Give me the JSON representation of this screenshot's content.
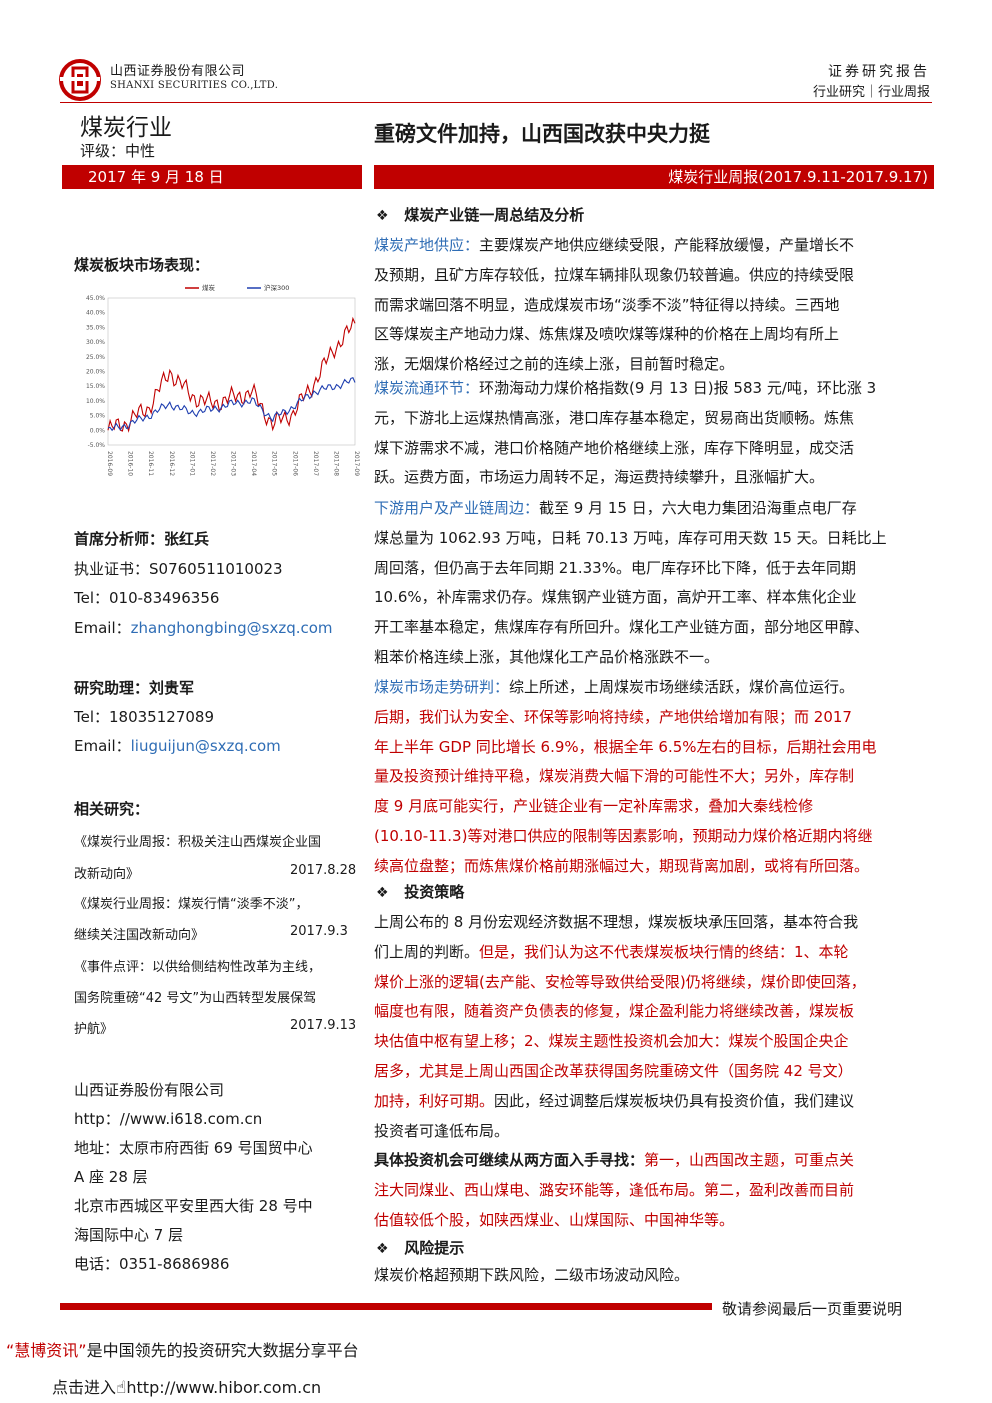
{
  "header": {
    "company_cn": "山西证券股份有限公司",
    "company_en": "SHANXI SECURITIES CO.,LTD.",
    "report_type": "证券研究报告",
    "report_subtype": "行业研究｜行业周报",
    "industry": "煤炭行业",
    "rating": "评级：中性",
    "headline": "重磅文件加持，山西国改获中央力挺",
    "date": "2017 年 9 月 18 日",
    "weekly_title": "煤炭行业周报(2017.9.11-2017.9.17)"
  },
  "left": {
    "chart_title": "煤炭板块市场表现：",
    "chief_label": "首席分析师：张红兵",
    "chief_cert": "执业证书：S0760511010023",
    "chief_tel": "Tel：010-83496356",
    "chief_email_label": "Email：",
    "chief_email": "zhanghongbing@sxzq.com",
    "assistant_label": "研究助理：刘贵军",
    "assistant_tel": "Tel：18035127089",
    "assistant_email_label": "Email：",
    "assistant_email": "liuguijun@sxzq.com",
    "related_title": "相关研究：",
    "related": [
      {
        "line1": "《煤炭行业周报：积极关注山西煤炭企业国",
        "line2": "改新动向》",
        "date": "2017.8.28"
      },
      {
        "line1": "《煤炭行业周报：煤炭行情“淡季不淡”，",
        "line2": "继续关注国改新动向》",
        "date": "2017.9.3"
      },
      {
        "line1": "《事件点评：以供给侧结构性改革为主线，",
        "line2": "国务院重磅“42 号文”为山西转型发展保驾",
        "line3": "护航》",
        "date": "2017.9.13"
      }
    ],
    "contact": {
      "company": "山西证券股份有限公司",
      "url": "http：//www.i618.com.cn",
      "addr1": "地址：太原市府西街 69 号国贸中心",
      "addr2": "A 座 28 层",
      "addr3": "北京市西城区平安里西大街 28 号中",
      "addr4": "海国际中心 7 层",
      "phone": "电话：0351-8686986"
    }
  },
  "chart_data": {
    "type": "line",
    "title": "",
    "legend": [
      "煤炭",
      "沪深300"
    ],
    "legend_position": "top",
    "x": [
      "2016-09",
      "2016-10",
      "2016-11",
      "2016-12",
      "2017-01",
      "2017-02",
      "2017-03",
      "2017-04",
      "2017-05",
      "2017-06",
      "2017-07",
      "2017-08",
      "2017-09"
    ],
    "ylim": [
      -5,
      45
    ],
    "yticks": [
      "45.0%",
      "40.0%",
      "35.0%",
      "30.0%",
      "25.0%",
      "20.0%",
      "15.0%",
      "10.0%",
      "5.0%",
      "0.0%",
      "-5.0%"
    ],
    "series": [
      {
        "name": "煤炭",
        "color": "#c00000",
        "values": [
          0,
          3,
          8,
          20,
          12,
          9,
          11,
          13,
          2,
          6,
          16,
          28,
          36
        ]
      },
      {
        "name": "沪深300",
        "color": "#1f3fb0",
        "values": [
          0,
          2,
          5,
          9,
          6,
          7,
          9,
          10,
          4,
          8,
          13,
          15,
          17
        ]
      }
    ]
  },
  "right": {
    "sec1": "煤炭产业链一周总结及分析",
    "p1_label": "煤炭产地供应：",
    "p1_lines": [
      "主要煤炭产地供应继续受限，产能释放缓慢，产量增长不",
      "及预期，且矿方库存较低，拉煤车辆排队现象仍较普遍。供应的持续受限",
      "而需求端回落不明显，造成煤炭市场“淡季不淡”特征得以持续。三西地",
      "区等煤炭主产地动力煤、炼焦煤及喷吹煤等煤种的价格在上周均有所上",
      "涨，无烟煤价格经过之前的连续上涨，目前暂时稳定。"
    ],
    "p2_label": "煤炭流通环节：",
    "p2_lines": [
      "环渤海动力煤价格指数(9 月 13 日)报 583 元/吨，环比涨 3",
      "元，下游北上运煤热情高涨，港口库存基本稳定，贸易商出货顺畅。炼焦",
      "煤下游需求不减，港口价格随产地价格继续上涨，库存下降明显，成交活",
      "跃。运费方面，市场运力周转不足，海运费持续攀升，且涨幅扩大。"
    ],
    "p3_label": "下游用户及产业链周边：",
    "p3_lines": [
      "截至 9 月 15 日，六大电力集团沿海重点电厂存",
      "煤总量为 1062.93 万吨，日耗 70.13 万吨，库存可用天数 15 天。日耗比上",
      "周回落，但仍高于去年同期 21.33%。电厂库存环比下降，低于去年同期",
      "10.6%，补库需求仍存。煤焦钢产业链方面，高炉开工率、样本焦化企业",
      "开工率基本稳定，焦煤库存有所回升。煤化工产业链方面，部分地区甲醇、",
      "粗苯价格连续上涨，其他煤化工产品价格涨跌不一。"
    ],
    "p4_label": "煤炭市场走势研判：",
    "p4_first": "综上所述，上周煤炭市场继续活跃，煤价高位运行。",
    "p4_red_lines": [
      "后期，我们认为安全、环保等影响将持续，产地供给增加有限；而 2017",
      "年上半年 GDP 同比增长 6.9%，根据全年 6.5%左右的目标，后期社会用电",
      "量及投资预计维持平稳，煤炭消费大幅下滑的可能性不大；另外，库存制",
      "度 9 月底可能实行，产业链企业有一定补库需求，叠加大秦线检修",
      "(10.10-11.3)等对港口供应的限制等因素影响，预期动力煤价格近期内将继",
      "续高位盘整；而炼焦煤价格前期涨幅过大，期现背离加剧，或将有所回落。"
    ],
    "sec2": "投资策略",
    "s2_line1": "上周公布的 8 月份宏观经济数据不理想，煤炭板块承压回落，基本符合我",
    "s2_line2a": "们上周的判断。",
    "s2_line2b": "但是，我们认为这不代表煤炭板块行情的终结：1、本轮",
    "s2_red_lines": [
      "煤价上涨的逻辑(去产能、安检等导致供给受限)仍将继续，煤价即使回落，",
      "幅度也有限，随着资产负债表的修复，煤企盈利能力将继续改善，煤炭板",
      "块估值中枢有望上移；2、煤炭主题性投资机会加大：煤炭个股国企央企",
      "居多，尤其是上周山西国企改革获得国务院重磅文件（国务院 42 号文）"
    ],
    "s2_line7a": "加持，利好可期。",
    "s2_line7b": "因此，经过调整后煤炭板块仍具有投资价值，我们建议",
    "s2_line8": "投资者可逢低布局。",
    "s2_bold": "具体投资机会可继续从两方面入手寻找：",
    "s2_bold_rest": "第一，山西国改主题，可重点关",
    "s2_last_red": [
      "注大同煤业、西山煤电、潞安环能等，逢低布局。第二，盈利改善而目前",
      "估值较低个股，如陕西煤业、山煤国际、中国神华等。"
    ],
    "sec3": "风险提示",
    "risk": "煤炭价格超预期下跌风险，二级市场波动风险。",
    "bullet": "❖"
  },
  "footer": {
    "note": "敬请参阅最后一页重要说明",
    "promo1_red": "“慧博资讯”",
    "promo1_rest": "是中国领先的投资研究大数据分享平台",
    "promo2_a": "点击进入",
    "promo2_b": "http://www.hibor.com.cn"
  }
}
